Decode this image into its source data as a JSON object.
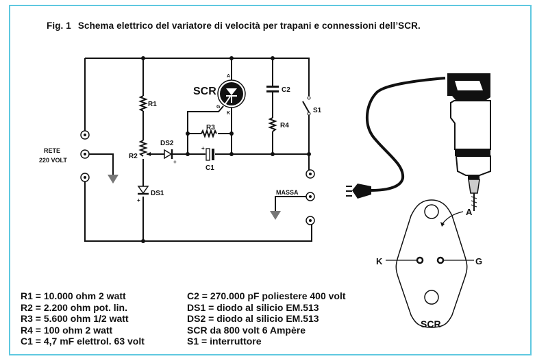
{
  "figure": {
    "number": "Fig. 1",
    "title": "Schema elettrico del variatore di velocità per trapani e connessioni dell’SCR."
  },
  "schematic": {
    "input_label_line1": "RETE",
    "input_label_line2": "220 VOLT",
    "ground_label": "MASSA",
    "components": {
      "R1": "R1",
      "R2": "R2",
      "R3": "R3",
      "R4": "R4",
      "C1": "C1",
      "C2": "C2",
      "DS1": "DS1",
      "DS2": "DS2",
      "SCR": "SCR",
      "S1": "S1"
    },
    "scr_pins": {
      "anode": "A",
      "gate": "G",
      "cathode": "K"
    },
    "polarity_mark": "+"
  },
  "scr_package": {
    "label": "SCR",
    "pin_anode": "A",
    "pin_cathode": "K",
    "pin_gate": "G"
  },
  "illustration": {
    "subject": "electric drill with plug"
  },
  "parts_list": {
    "left": [
      "R1 = 10.000 ohm 2 watt",
      "R2 = 2.200 ohm pot. lin.",
      "R3 = 5.600 ohm 1/2 watt",
      "R4 = 100 ohm 2 watt",
      "C1 = 4,7 mF elettrol. 63 volt"
    ],
    "right": [
      "C2 = 270.000 pF poliestere 400 volt",
      "DS1 = diodo al silicio EM.513",
      "DS2 = diodo al silicio EM.513",
      "SCR da 800 volt 6 Ampère",
      "S1 = interruttore"
    ]
  },
  "colors": {
    "frame": "#5fc8e0",
    "ink": "#111111",
    "ground_fill": "#777777"
  }
}
